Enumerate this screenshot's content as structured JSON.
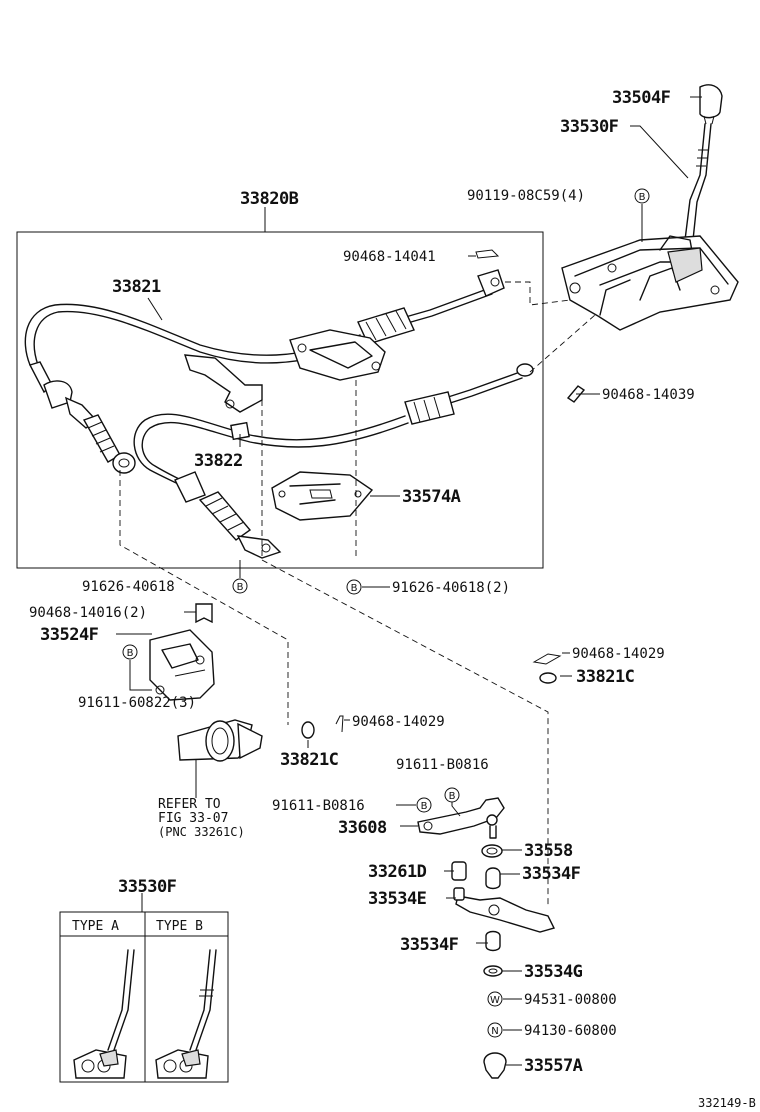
{
  "labels": {
    "p33504F": "33504F",
    "p33530F_top": "33530F",
    "p90119": "90119-08C59(4)",
    "p33820B": "33820B",
    "p90468_14041": "90468-14041",
    "p33821": "33821",
    "p90468_14039": "90468-14039",
    "p33822": "33822",
    "p33574A": "33574A",
    "p91626_a": "91626-40618",
    "p91626_b": "91626-40618(2)",
    "p90468_14016": "90468-14016(2)",
    "p33524F": "33524F",
    "p91611_60822": "91611-60822(3)",
    "p90468_14029_r": "90468-14029",
    "p33821C_r": "33821C",
    "p90468_14029_l": "90468-14029",
    "p33821C_l": "33821C",
    "p91611_B0816_r": "91611-B0816",
    "p91611_B0816_l": "91611-B0816",
    "p33608": "33608",
    "p33558": "33558",
    "p33261D": "33261D",
    "p33534F_top": "33534F",
    "p33534E": "33534E",
    "p33534F_bot": "33534F",
    "p33534G": "33534G",
    "p94531": "94531-00800",
    "p94130": "94130-60800",
    "p33557A": "33557A",
    "p33530F_inset": "33530F",
    "type_a": "TYPE A",
    "type_b": "TYPE B",
    "refer_1": "REFER TO",
    "refer_2": "FIG 33-07",
    "refer_3": "(PNC 33261C)",
    "ref_code": "332149-B"
  },
  "callouts": {
    "b": "B",
    "w": "W",
    "n": "N"
  }
}
